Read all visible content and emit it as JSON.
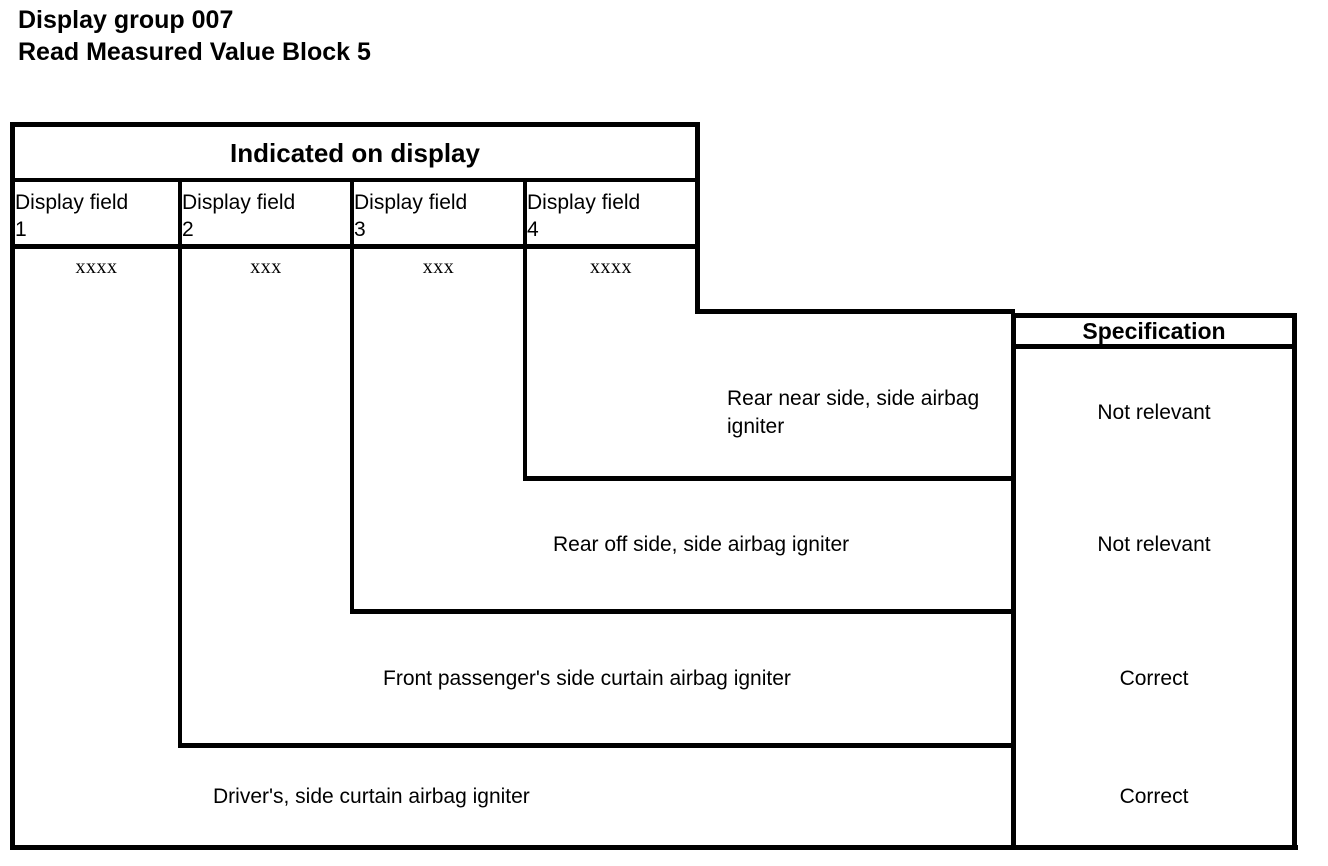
{
  "title": {
    "line1": "Display group 007",
    "line2": "Read Measured Value Block 5"
  },
  "table": {
    "display_band_label": "Indicated on display",
    "specification_label": "Specification",
    "display_fields": [
      {
        "header_line1": "Display field",
        "header_line2": "1",
        "value": "xxxx"
      },
      {
        "header_line1": "Display field",
        "header_line2": "2",
        "value": "xxx"
      },
      {
        "header_line1": "Display field",
        "header_line2": "3",
        "value": "xxx"
      },
      {
        "header_line1": "Display field",
        "header_line2": "4",
        "value": "xxxx"
      }
    ],
    "rows": [
      {
        "field": "4",
        "label": "Rear near side, side airbag igniter",
        "specification": "Not relevant"
      },
      {
        "field": "3",
        "label": "Rear off side, side airbag igniter",
        "specification": "Not relevant"
      },
      {
        "field": "2",
        "label": "Front passenger's side curtain airbag igniter",
        "specification": "Correct"
      },
      {
        "field": "1",
        "label": "Driver's, side curtain airbag igniter",
        "specification": "Correct"
      }
    ]
  },
  "colors": {
    "ink": "#000000",
    "paper": "#ffffff"
  }
}
